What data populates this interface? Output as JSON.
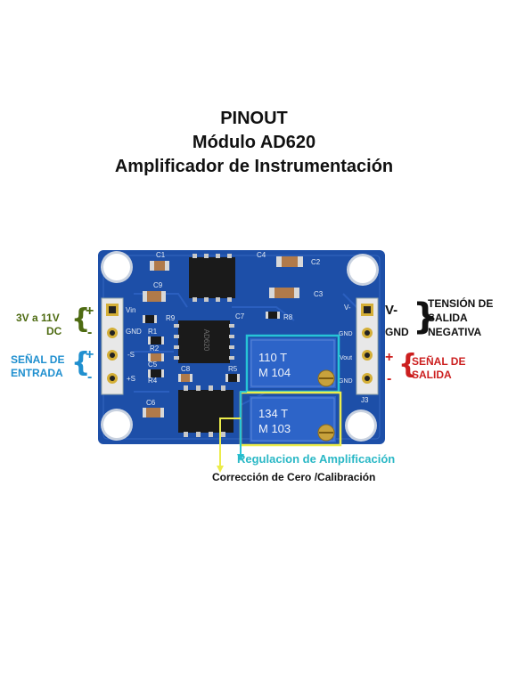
{
  "title": {
    "line1": "PINOUT",
    "line2": "Módulo AD620",
    "line3": "Amplificador de Instrumentación"
  },
  "left": {
    "power_label_1": "3V a 11V",
    "power_label_2": "DC",
    "power_plus": "+",
    "power_minus": "-",
    "input_label_1": "SEÑAL DE",
    "input_label_2": "ENTRADA",
    "input_plus": "+",
    "input_minus": "-"
  },
  "right": {
    "vneg_label": "V-",
    "gnd_label": "GND",
    "neg_voltage_1": "TENSIÓN DE",
    "neg_voltage_2": "SALIDA",
    "neg_voltage_3": "NEGATIVA",
    "output_plus": "+",
    "output_minus": "-",
    "output_label_1": "SEÑAL DE",
    "output_label_2": "SALIDA"
  },
  "annotations": {
    "gain": "Regulacion de Amplificación",
    "zero": "Corrección de Cero /Calibración"
  },
  "board": {
    "silk": {
      "c1": "C1",
      "c2": "C2",
      "c3": "C3",
      "c4": "C4",
      "c5": "C5",
      "c6": "C6",
      "c7": "C7",
      "c8": "C8",
      "c9": "C9",
      "r1": "R1",
      "r2": "R2",
      "r4": "R4",
      "r5": "R5",
      "r8": "R8",
      "r9": "R9",
      "vin": "Vin",
      "gnd_l": "GND",
      "s_neg": "-S",
      "s_pos": "+S",
      "v_r": "V-",
      "gnd_r1": "GND",
      "vout": "Vout",
      "gnd_r2": "GND",
      "j3": "J3"
    },
    "pot_top": {
      "line1": "110 T",
      "line2": "M 104"
    },
    "pot_bottom": {
      "line1": "134 T",
      "line2": "M 103"
    },
    "ic_top": "AD620"
  },
  "colors": {
    "board": "#1d4fa8",
    "board_dark": "#163d86",
    "pot": "#2d64c8",
    "gain_frame": "#27c4d6",
    "zero_frame": "#ecec4a",
    "green": "#4e6b12",
    "blue": "#1f8fcf",
    "red": "#cc1f1f"
  }
}
